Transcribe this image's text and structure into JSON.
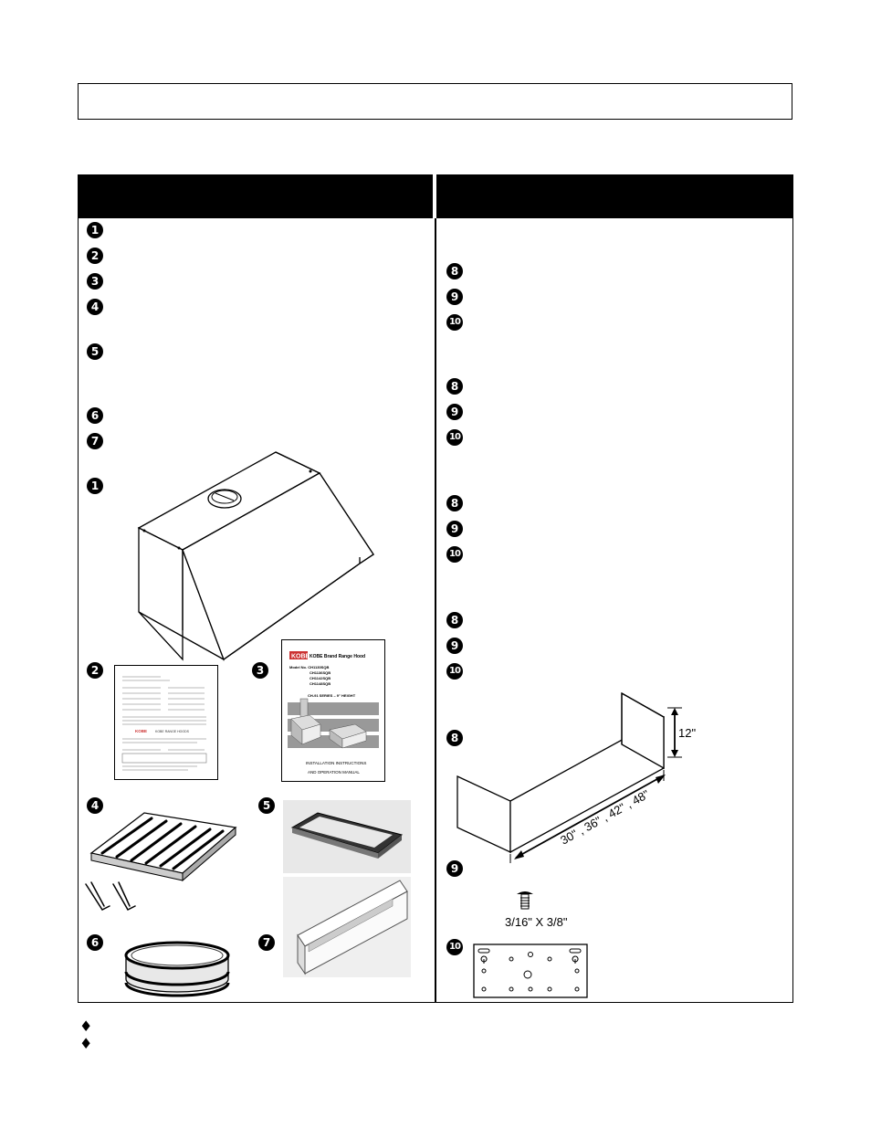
{
  "left_column": {
    "bullets": [
      "1",
      "2",
      "3",
      "4",
      "5",
      "6",
      "7",
      "1"
    ],
    "figure_labels": [
      "2",
      "3",
      "4",
      "5",
      "6",
      "7"
    ]
  },
  "right_column": {
    "groups": [
      [
        "8",
        "9",
        "10"
      ],
      [
        "8",
        "9",
        "10"
      ],
      [
        "8",
        "9",
        "10"
      ],
      [
        "8",
        "9",
        "10"
      ]
    ],
    "figure_labels": [
      "8",
      "9",
      "10"
    ]
  },
  "manual_cover": {
    "brand": "KOBE",
    "title": "KOBE Brand Range Hood",
    "models": [
      "Model No. CH1130SQB",
      "CH1136SQB",
      "CH1142SQB",
      "CH1148SQB"
    ],
    "series": "CH-91 SERIES – 9\" HEIGHT",
    "footer1": "INSTALLATION INSTRUCTIONS",
    "footer2": "AND OPERATION MANUAL"
  },
  "warranty_card": {
    "brand": "KOBE",
    "label": "KOBE RANGE HOODS"
  },
  "dimensions": {
    "height": "12\"",
    "widths": "30\" , 36\" , 42\" , 48\"",
    "screw": "3/16\" X 3/8\""
  },
  "footer_bullets": [
    "♦",
    "♦"
  ]
}
